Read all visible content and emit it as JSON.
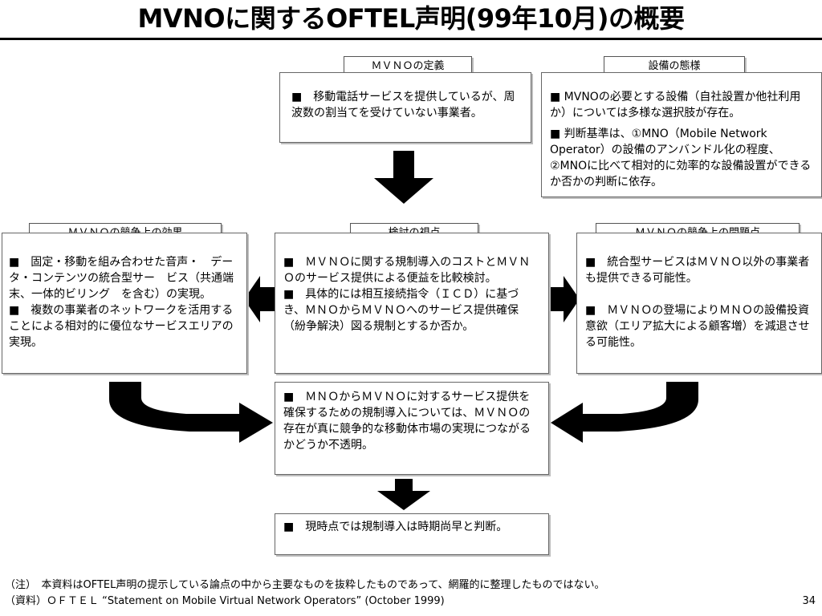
{
  "title": "MVNOに関するOFTEL声明(99年10月)の概要",
  "definition": {
    "label": "ＭＶＮＯの定義",
    "text": "■　移動電話サービスを提供しているが、周波数の割当てを受けていない事業者。"
  },
  "equipment": {
    "label": "設備の態様",
    "text1": "■ MVNOの必要とする設備（自社設置か他社利用か）については多様な選択肢が存在。",
    "text2": "■ 判断基準は、①MNO（Mobile Network Operator）の設備のアンバンドル化の程度、②MNOに比べて相対的に効率的な設備設置ができるか否かの判断に依存。"
  },
  "effects": {
    "label": "ＭＶＮＯの競争上の効果",
    "text1": "■　固定・移動を組み合わせた音声・　データ・コンテンツの統合型サー　ビス（共通端末、一体的ビリング　を含む）の実現。",
    "text2": "■　複数の事業者のネットワークを活用することによる相対的に優位なサービスエリアの実現。"
  },
  "viewpoint": {
    "label": "検討の視点",
    "text1": "■　ＭＶＮＯに関する規制導入のコストとＭＶＮＯのサービス提供による便益を比較検討。",
    "text2": "■　具体的には相互接続指令（ＩＣＤ）に基づき、ＭＮＯからＭＶＮＯへのサービス提供確保（紛争解決）図る規制とするか否か。"
  },
  "problems": {
    "label": "ＭＶＮＯの競争上の問題点",
    "text1": "■　統合型サービスはＭＶＮＯ以外の事業者も提供できる可能性。",
    "text2": "■　ＭＶＮＯの登場によりＭＮＯの設備投資意欲（エリア拡大による顧客増）を減退させる可能性。"
  },
  "conclusion": {
    "text": "■　ＭＮＯからＭＶＮＯに対するサービス提供を確保するための規制導入については、ＭＶＮＯの存在が真に競争的な移動体市場の実現につながるかどうか不透明。"
  },
  "final": {
    "text": "■　現時点では規制導入は時期尚早と判断。"
  },
  "footer": {
    "note": "（注）　本資料はOFTEL声明の提示している論点の中から主要なものを抜粋したものであって、網羅的に整理したものではない。",
    "source": "（資料）ＯＦＴＥＬ “Statement on Mobile Virtual Network Operators” (October 1999)",
    "page": "34"
  }
}
